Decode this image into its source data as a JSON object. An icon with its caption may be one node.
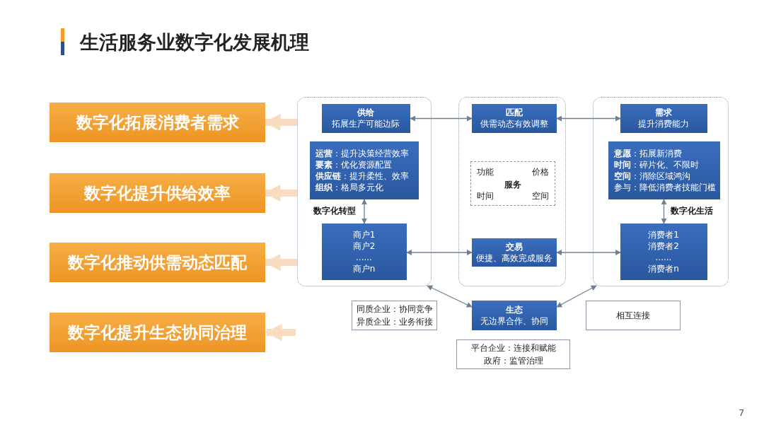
{
  "diagram": {
    "title": "生活服务业数字化发展机理",
    "nodes": [
      {
        "text": [
          "数字化拓展消费者需求"
        ]
      },
      {
        "text": [
          "数字化提升供给效率"
        ]
      },
      {
        "text": [
          "数字化推动供需动态匹配"
        ]
      },
      {
        "text": [
          "数字化提升生态协同治理"
        ]
      },
      {
        "text": [],
        "shape": "box"
      },
      {
        "text": [],
        "shape": "box"
      },
      {
        "text": [],
        "shape": "box"
      },
      {
        "text": [
          "供给",
          "拓展生产可能边际"
        ],
        "in": 4
      },
      {
        "text": [
          "**运营**：提升决策经营效率",
          "**要素**：优化资源配置",
          "**供应链**：提升柔性、效率",
          "**组织**：格局多元化"
        ],
        "in": 4
      },
      {
        "text": [
          "商户1",
          "商户2",
          "......",
          "商户n"
        ],
        "in": 4
      },
      {
        "text": [
          "匹配",
          "供需动态有效调整"
        ],
        "in": 5
      },
      {
        "text": [
          "功能",
          "价格",
          "服务",
          "时间",
          "空间"
        ],
        "in": 5
      },
      {
        "text": [
          "交易",
          "便捷、高效完成服务"
        ],
        "in": 5
      },
      {
        "text": [
          "需求",
          "提升消费能力"
        ],
        "in": 6
      },
      {
        "text": [
          "**意愿**：拓展新消费",
          "**时间**：碎片化、不限时",
          "**空间**：消除区域鸿沟",
          "参与：降低消费者技能门槛"
        ],
        "in": 6
      },
      {
        "text": [
          "消费者1",
          "消费者2",
          "......",
          "消费者n"
        ],
        "in": 6
      },
      {
        "text": [
          "同质企业：协同竞争",
          "异质企业：业务衔接"
        ]
      },
      {
        "text": [
          "生态",
          "无边界合作、协同"
        ]
      },
      {
        "text": [
          "相互连接"
        ]
      },
      {
        "text": [
          "平台企业：连接和赋能",
          "政府：监管治理"
        ]
      }
    ],
    "edges": [
      {
        "from": 7,
        "to": 10,
        "arrow": "both"
      },
      {
        "from": 10,
        "to": 13,
        "arrow": "both"
      },
      {
        "from": 9,
        "to": 12,
        "arrow": "both"
      },
      {
        "from": 12,
        "to": 15,
        "arrow": "both"
      },
      {
        "from": 8,
        "to": 9,
        "arrow": "both",
        "label": "数字化转型"
      },
      {
        "from": 14,
        "to": 15,
        "arrow": "both",
        "label": "数字化生活"
      },
      {
        "from": 4,
        "to": 17,
        "arrow": "both"
      },
      {
        "from": 6,
        "to": 17,
        "arrow": "both"
      },
      {
        "from": 4,
        "to": 0,
        "arrow": "to",
        "style": "thick",
        "color": "#f9dcc0"
      },
      {
        "from": 4,
        "to": 1,
        "arrow": "to",
        "style": "thick",
        "color": "#f9dcc0"
      },
      {
        "from": 4,
        "to": 2,
        "arrow": "to",
        "style": "thick",
        "color": "#f9dcc0"
      },
      {
        "from": null,
        "to": 3,
        "arrow": "to",
        "style": "thick",
        "color": "#f9dcc0"
      }
    ],
    "labels": [
      "7"
    ]
  }
}
